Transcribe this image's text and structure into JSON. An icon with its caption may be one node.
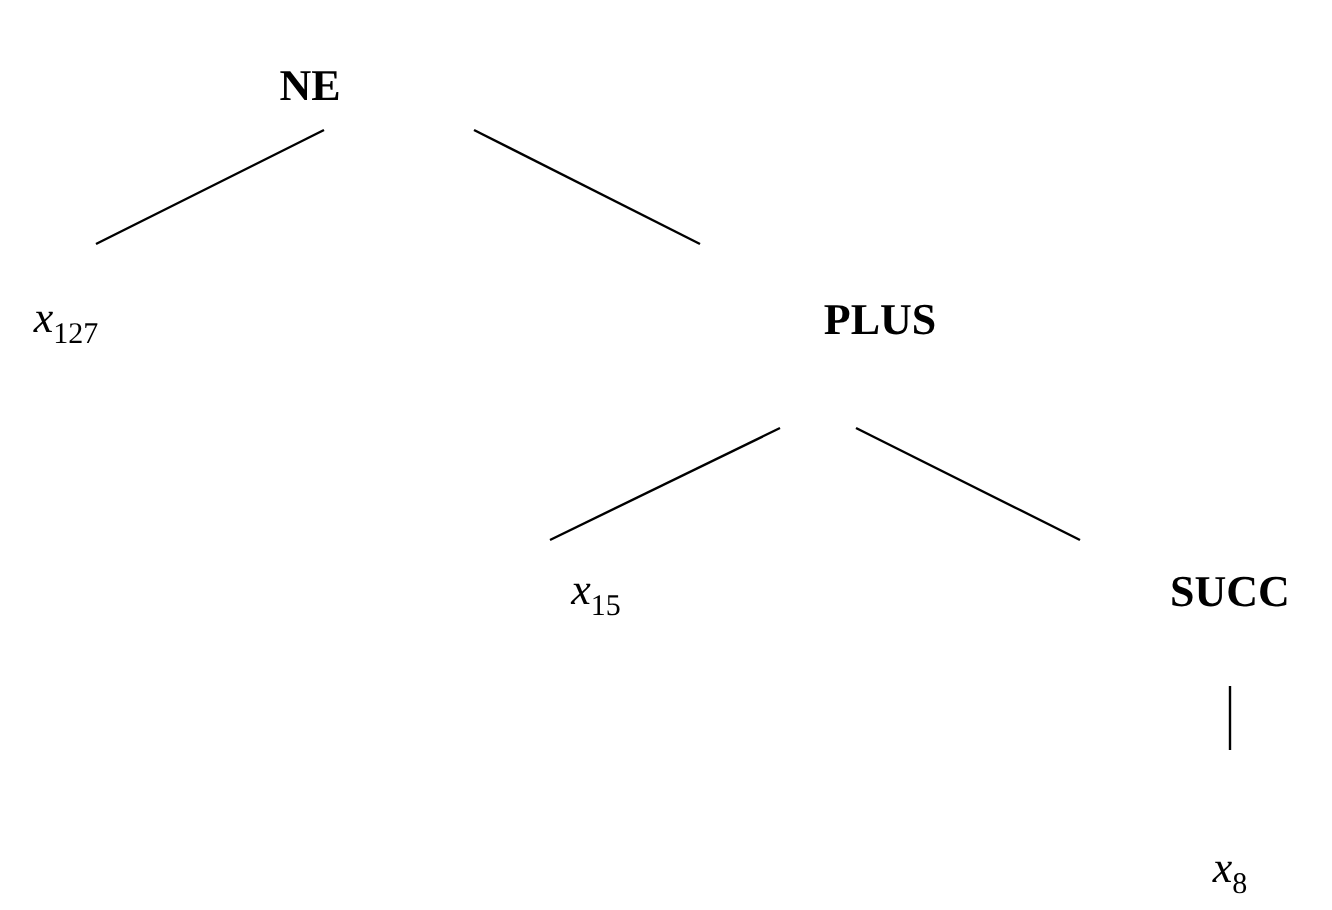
{
  "diagram": {
    "nodes": [
      {
        "text": [
          "NE"
        ]
      },
      {
        "text": [
          "*x*$_{127}$"
        ]
      },
      {
        "text": [
          "PLUS"
        ]
      },
      {
        "text": [
          "*x*$_{15}$"
        ]
      },
      {
        "text": [
          "SUCC"
        ]
      },
      {
        "text": [
          "*x*$_{8}$"
        ]
      }
    ],
    "edges": [
      {
        "from": 0,
        "to": 1,
        "arrow": "none"
      },
      {
        "from": 0,
        "to": 2,
        "arrow": "none"
      },
      {
        "from": 2,
        "to": 3,
        "arrow": "none"
      },
      {
        "from": 2,
        "to": 4,
        "arrow": "none"
      },
      {
        "from": 4,
        "to": 5,
        "arrow": "none"
      }
    ]
  }
}
